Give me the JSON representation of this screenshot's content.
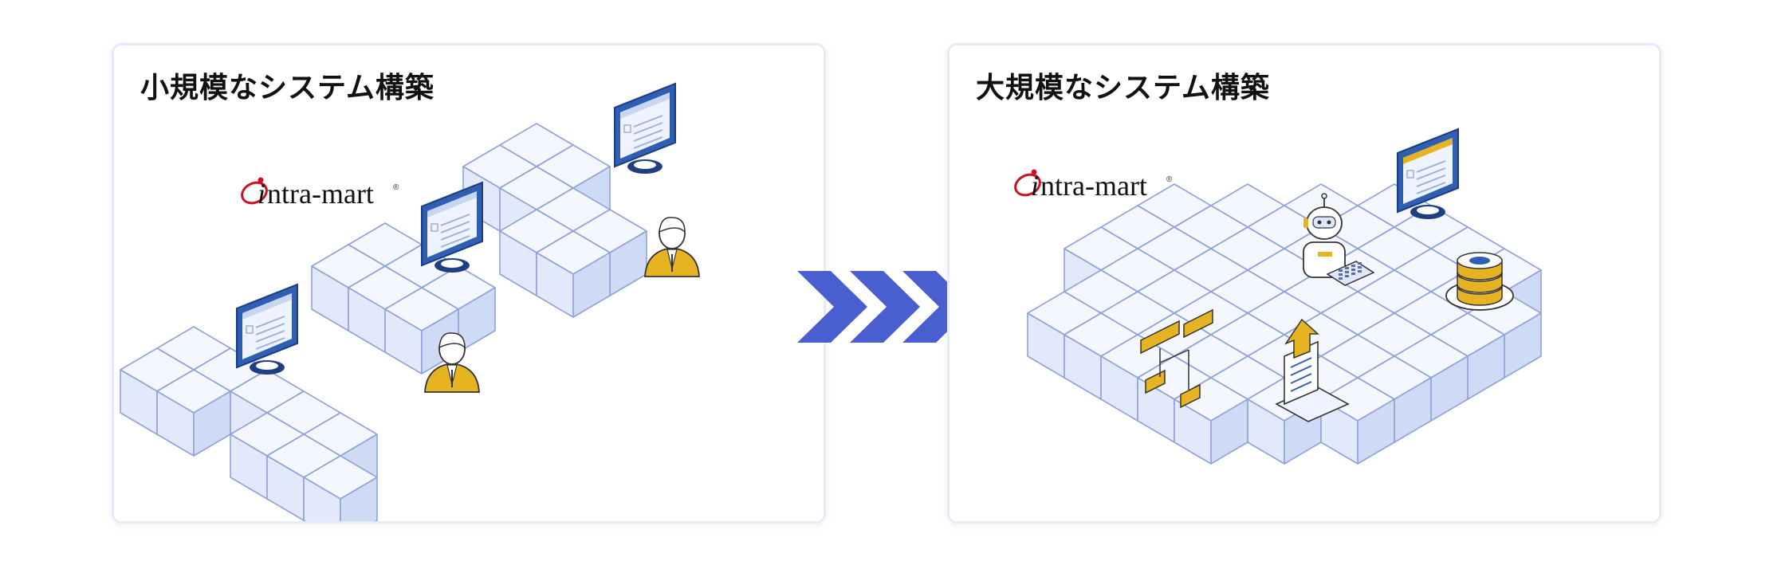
{
  "colors": {
    "cube_top": "#f4f7fe",
    "cube_left": "#e2e9fb",
    "cube_right": "#cfdaf5",
    "cube_stroke": "#8fa3d8",
    "accent_gold": "#e6b422",
    "arrow_blue": "#4a5fcf",
    "monitor_frame": "#2e5fb3",
    "logo_red": "#cc1122"
  },
  "left_panel": {
    "title": "小規模なシステム構築",
    "logo": {
      "brand": "ntra-mart",
      "reg_mark": "®"
    }
  },
  "right_panel": {
    "title": "大規模なシステム構築",
    "logo": {
      "brand": "ntra-mart",
      "reg_mark": "®"
    }
  },
  "transition": {
    "arrow_count": 3,
    "icon": "triple-chevron-right-icon"
  },
  "left_panel_icons": [
    "monitor-icon",
    "monitor-icon",
    "monitor-icon",
    "person-icon",
    "person-icon"
  ],
  "right_panel_icons": [
    "robot-icon",
    "monitor-icon",
    "database-icon",
    "flowchart-icon",
    "document-upload-icon"
  ]
}
